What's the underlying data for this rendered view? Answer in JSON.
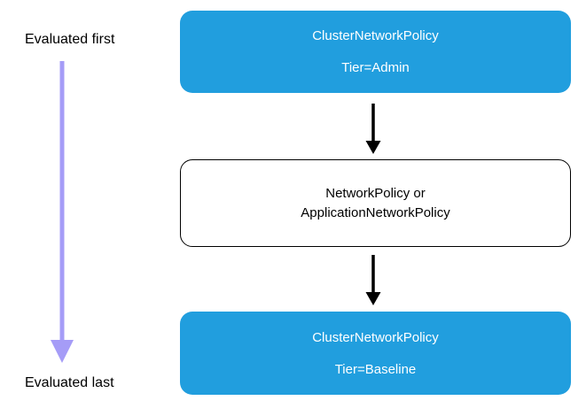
{
  "colors": {
    "node_fill": "#219ede",
    "node_text": "#ffffff",
    "middle_node_border": "#000000",
    "flow_arrow": "#000000",
    "eval_arrow": "#a59cf7"
  },
  "evaluation_order": {
    "first_label": "Evaluated first",
    "last_label": "Evaluated last"
  },
  "nodes": {
    "admin": {
      "line1": "ClusterNetworkPolicy",
      "line2": "Tier=Admin"
    },
    "middle": {
      "line1": "NetworkPolicy or",
      "line2": "ApplicationNetworkPolicy"
    },
    "baseline": {
      "line1": "ClusterNetworkPolicy",
      "line2": "Tier=Baseline"
    }
  }
}
